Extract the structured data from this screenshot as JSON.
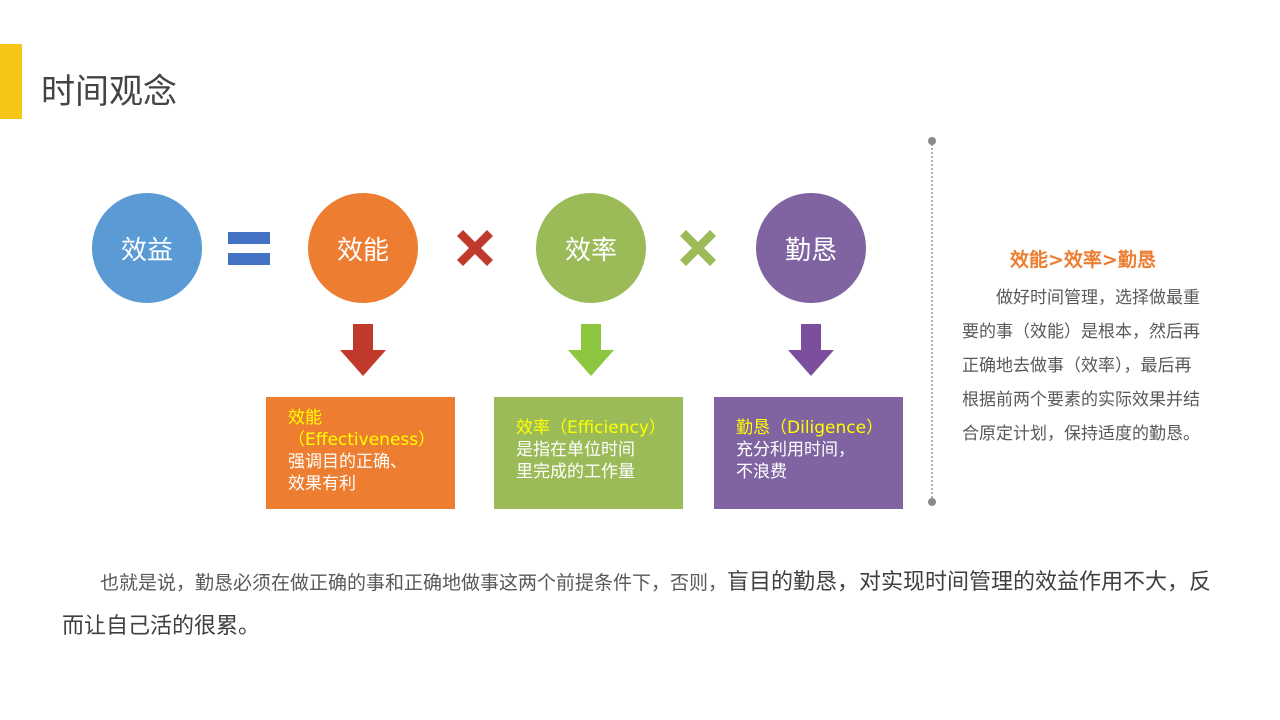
{
  "title": "时间观念",
  "formula": {
    "result": "效益",
    "factor1": "效能",
    "factor2": "效率",
    "factor3": "勤恳"
  },
  "boxes": [
    {
      "name": "效能",
      "english": "（Effectiveness）",
      "desc": "强调目的正确、效果有利",
      "desc_line1": "强调目的正确、",
      "desc_line2": "效果有利"
    },
    {
      "name_en": "效率（Efficiency）",
      "desc_line1": "是指在单位时间",
      "desc_line2": "里完成的工作量"
    },
    {
      "name_en": "勤恳（Diligence）",
      "desc_line1": "充分利用时间，",
      "desc_line2": "不浪费"
    }
  ],
  "side": {
    "heading": "效能>效率>勤恳",
    "body": "做好时间管理，选择做最重要的事（效能）是根本，然后再正确地去做事（效率），最后再根据前两个要素的实际效果并结合原定计划，保持适度的勤恳。"
  },
  "conclusion": {
    "part1": "也就是说，勤恳必须在做正确的事和正确地做事这两个前提条件下，否则，",
    "part2": "盲目的勤恳，对实现时间管理的效益作用不大，反而让自己活的很累。"
  },
  "colors": {
    "accent": "#f5c518",
    "blue": "#5b9bd5",
    "orange": "#ed7d31",
    "green": "#9bbb59",
    "purple": "#8064a2",
    "red_x": "#c0392b",
    "highlight": "#ffff00"
  },
  "icons": {
    "equals": "equals-icon",
    "multiply": "multiply-icon",
    "down_arrow": "down-arrow-icon"
  }
}
